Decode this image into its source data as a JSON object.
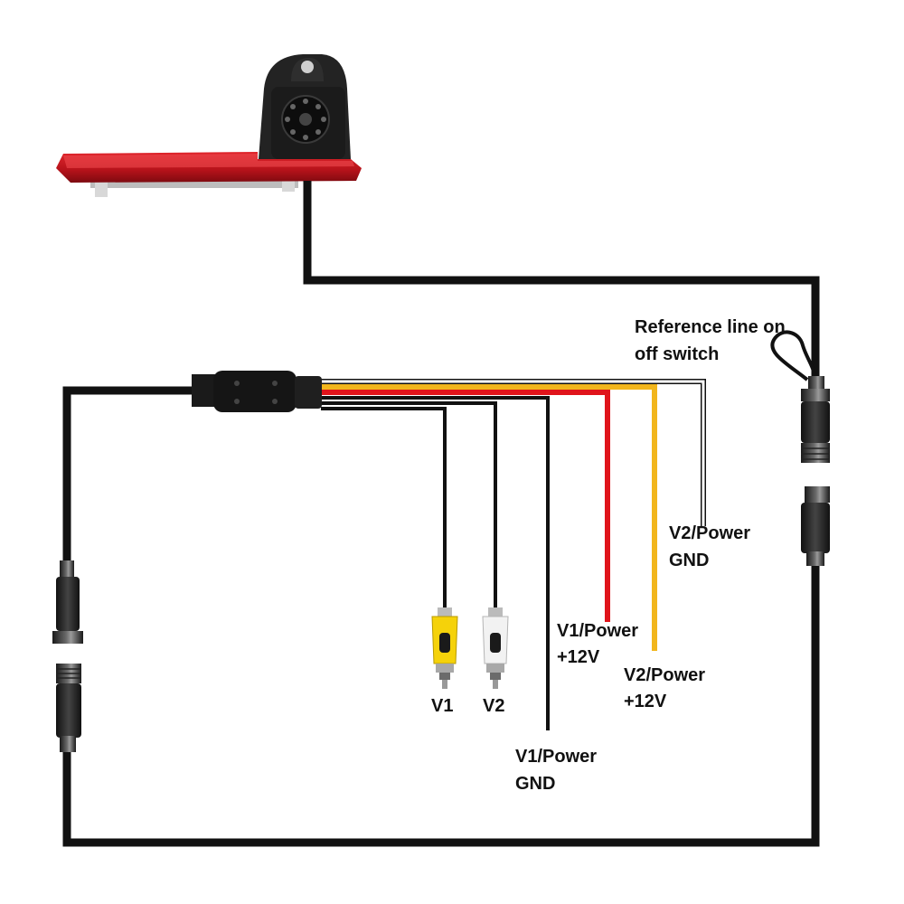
{
  "labels": {
    "reference_line_1": "Reference line on",
    "reference_line_2": "off switch",
    "v1": "V1",
    "v2": "V2",
    "v1_power_pos_1": "V1/Power",
    "v1_power_pos_2": "+12V",
    "v2_power_pos_1": "V2/Power",
    "v2_power_pos_2": "+12V",
    "v2_power_gnd_1": "V2/Power",
    "v2_power_gnd_2": "GND",
    "v1_power_gnd_1": "V1/Power",
    "v1_power_gnd_2": "GND"
  },
  "colors": {
    "cable": "#111111",
    "wire_red": "#e0141b",
    "wire_yellow": "#f2b61c",
    "wire_white": "#ffffff",
    "rca_yellow": "#f5d20a",
    "rca_white": "#f2f2f2",
    "camera_red": "#c8141c",
    "camera_body": "#2a2a2a"
  },
  "icons": [
    "camera-brake-light-icon",
    "aviation-connector-icon",
    "rca-plug-icon",
    "splitter-box-icon"
  ]
}
